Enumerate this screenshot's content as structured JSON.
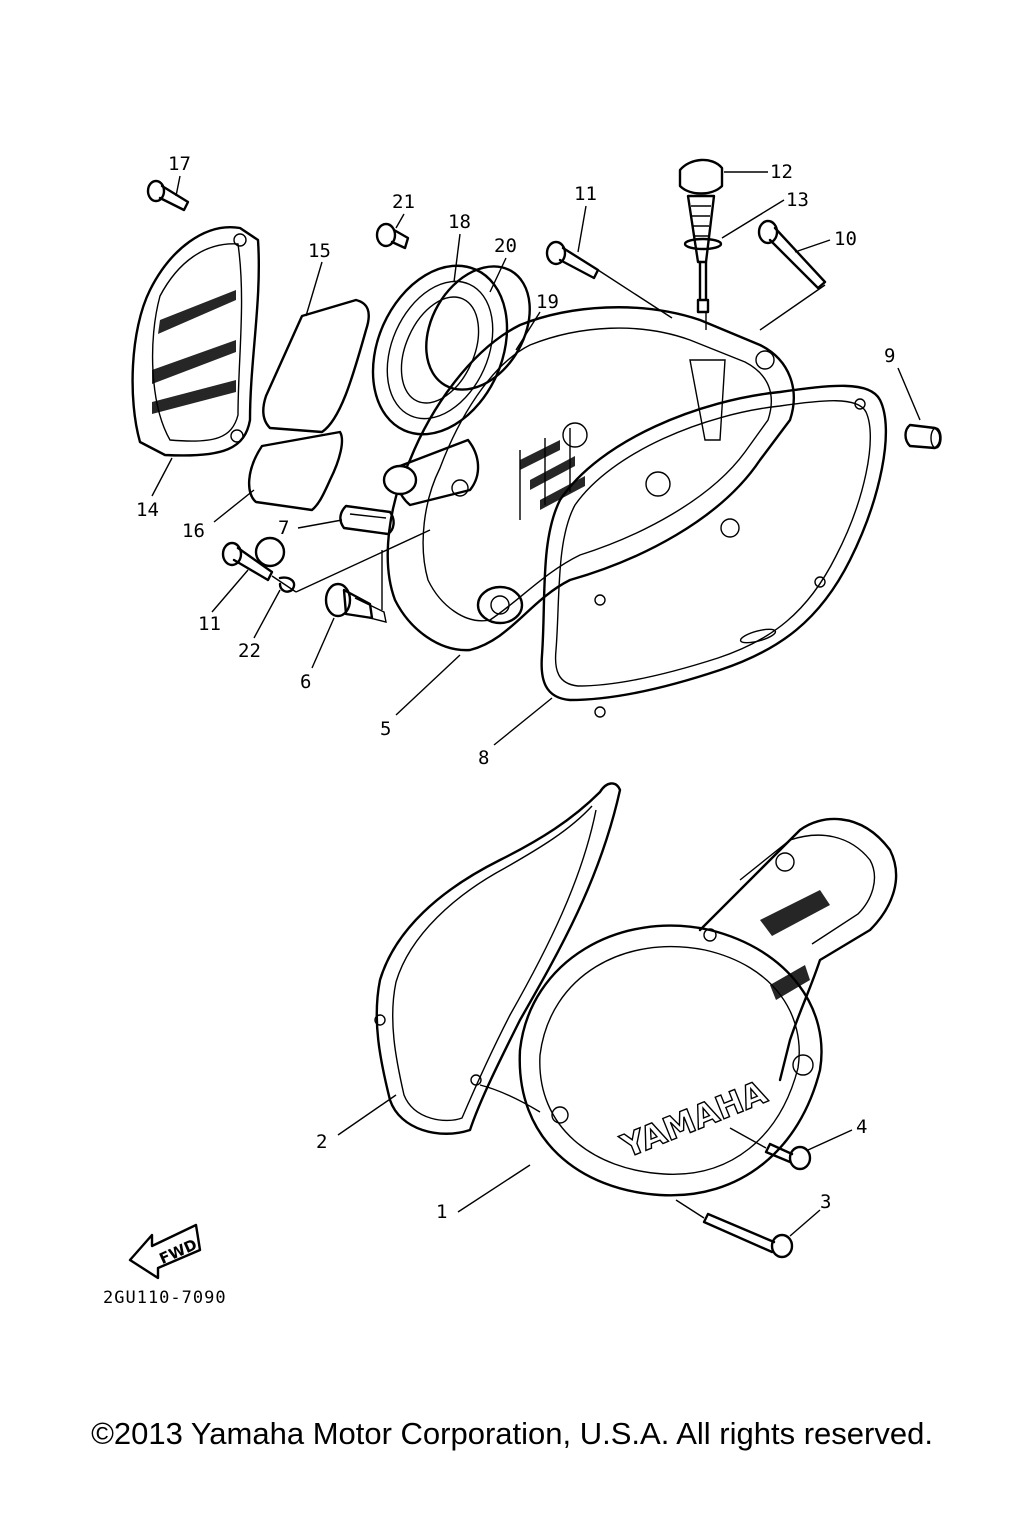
{
  "diagram": {
    "part_numbers": [
      "1",
      "2",
      "3",
      "4",
      "5",
      "6",
      "7",
      "8",
      "9",
      "10",
      "11",
      "11",
      "12",
      "13",
      "14",
      "15",
      "16",
      "17",
      "18",
      "19",
      "20",
      "21",
      "22"
    ],
    "fwd_label": "FWD",
    "cover_brand": "YAMAHA",
    "diagram_code": "2GU110-7090"
  },
  "footer": {
    "copyright": "©2013 Yamaha Motor Corporation, U.S.A. All rights reserved."
  }
}
